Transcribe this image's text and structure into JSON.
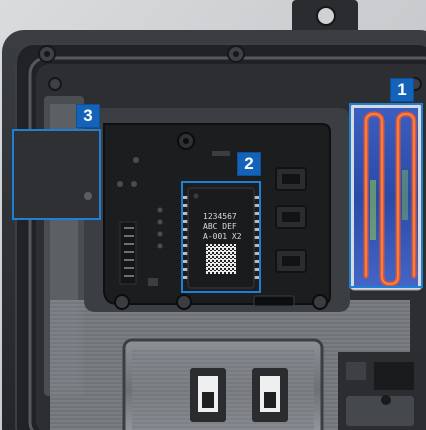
{
  "chip": {
    "line1": "1234567",
    "line2": "ABC DEF",
    "line3": "A-001 X2"
  },
  "callouts": [
    {
      "number": "1",
      "target": "thermal-pad"
    },
    {
      "number": "2",
      "target": "main-chip"
    },
    {
      "number": "3",
      "target": "left-mount"
    }
  ],
  "colors": {
    "accent": "#1f7fd6",
    "badge": "#1463b8",
    "housing": "#2a2c2f",
    "board": "#1b1c1e",
    "thermal_base": "#1e3f9a",
    "thermal_trace": "#e0543a"
  }
}
